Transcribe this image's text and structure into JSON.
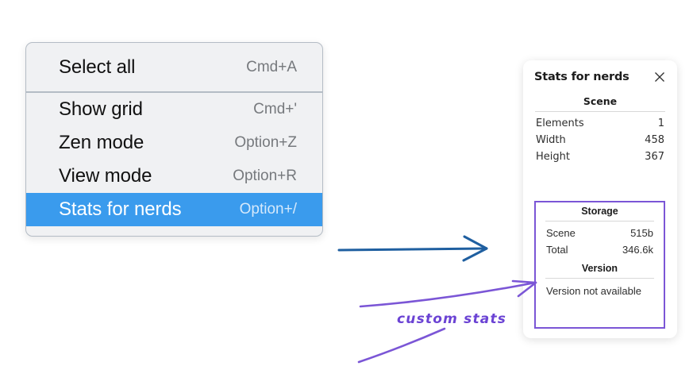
{
  "context_menu": {
    "groups": [
      {
        "items": [
          {
            "label": "Select all",
            "shortcut": "Cmd+A",
            "selected": false
          }
        ]
      },
      {
        "items": [
          {
            "label": "Show grid",
            "shortcut": "Cmd+'",
            "selected": false
          },
          {
            "label": "Zen mode",
            "shortcut": "Option+Z",
            "selected": false
          },
          {
            "label": "View mode",
            "shortcut": "Option+R",
            "selected": false
          },
          {
            "label": "Stats for nerds",
            "shortcut": "Option+/",
            "selected": true
          }
        ]
      }
    ],
    "highlight_color": "#3a9bed"
  },
  "stats_panel": {
    "title": "Stats for nerds",
    "close_icon": "close-icon",
    "sections": [
      {
        "heading": "Scene",
        "rows": [
          {
            "label": "Elements",
            "value": "1"
          },
          {
            "label": "Width",
            "value": "458"
          },
          {
            "label": "Height",
            "value": "367"
          }
        ]
      },
      {
        "heading": "Storage",
        "rows": [
          {
            "label": "Scene",
            "value": "515b"
          },
          {
            "label": "Total",
            "value": "346.6k"
          }
        ]
      },
      {
        "heading": "Version",
        "text": "Version not available"
      }
    ]
  },
  "annotations": {
    "blue_arrow": {
      "name": "blue-arrow-icon",
      "color": "#1f5fa0"
    },
    "purple_arrow": {
      "name": "purple-arrow-icon",
      "color": "#7b56d6"
    },
    "custom_stats_label": "custom stats",
    "custom_stats_box_color": "#7b56d6"
  }
}
